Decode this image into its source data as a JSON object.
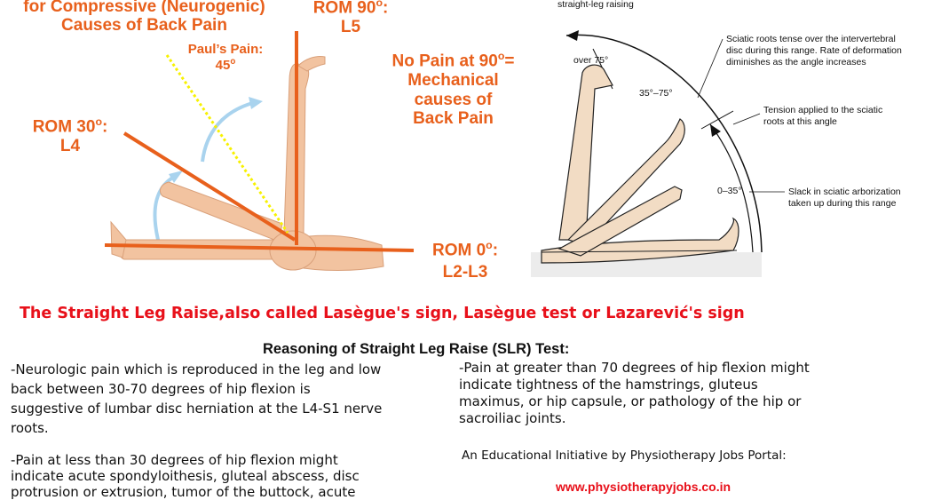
{
  "left_diagram": {
    "header_line1": "for Compressive (Neurogenic)",
    "header_line2": "Causes of Back Pain",
    "rom90_line1": "ROM 90",
    "rom90_sup": "o",
    "rom90_line1_end": ":",
    "rom90_line2": "L5",
    "pauls_line1": "Paul’s Pain:",
    "pauls_line2": "45",
    "pauls_sup": "o",
    "nopain_line1": "No Pain at 90",
    "nopain_sup": "o",
    "nopain_line1_end": "=",
    "nopain_line2": "Mechanical",
    "nopain_line3": "causes of",
    "nopain_line4": "Back Pain",
    "rom30_line1": "ROM 30",
    "rom30_sup": "o",
    "rom30_line1_end": ":",
    "rom30_line2": "L4",
    "rom0_line1": "ROM 0",
    "rom0_sup": "o",
    "rom0_line1_end": ":",
    "rom0_line2": "L2-L3"
  },
  "right_diagram": {
    "top_label": "straight-leg raising",
    "over75": "over 75°",
    "range_35_75": "35°–75°",
    "range_0_35": "0–35°",
    "note1_line1": "Sciatic roots tense over the intervertebral",
    "note1_line2": "disc during this range. Rate of deformation",
    "note1_line3": "diminishes as the angle increases",
    "note2_line1": "Tension applied to the sciatic",
    "note2_line2": "roots at this angle",
    "note3_line1": "Slack in sciatic arborization",
    "note3_line2": "taken up during this range"
  },
  "main_title": "The Straight Leg Raise,also called Lasègue's sign, Lasègue test or Lazarević's sign",
  "section_heading": "Reasoning of Straight Leg Raise (SLR) Test:",
  "left_col": {
    "p1_l1": "-Neurologic pain which is reproduced in the leg and low",
    "p1_l2": "back between 30-70 degrees of hip flexion is",
    "p1_l3": "suggestive of lumbar disc herniation at the L4-S1 nerve",
    "p1_l4": "roots.",
    "p2_l1": "-Pain at less than 30 degrees of hip flexion might",
    "p2_l2": "indicate acute spondyloithesis, gluteal abscess, disc",
    "p2_l3": "protrusion or extrusion, tumor of the buttock, acute"
  },
  "right_col": {
    "p1_l1": "-Pain at greater than 70 degrees of hip flexion might",
    "p1_l2": "indicate tightness of the hamstrings, gluteus",
    "p1_l3": "maximus, or hip capsule, or pathology of the hip or",
    "p1_l4": "sacroiliac joints.",
    "credit": "An Educational Initiative by Physiotherapy Jobs Portal:",
    "url": "www.physiotherapyjobs.co.in"
  },
  "colors": {
    "accent_orange": "#e8601c",
    "title_red": "#e8101a",
    "skin": "#f2c3a0",
    "arrow_blue": "#a9d3ee",
    "guide_yellow": "#f7f100"
  }
}
